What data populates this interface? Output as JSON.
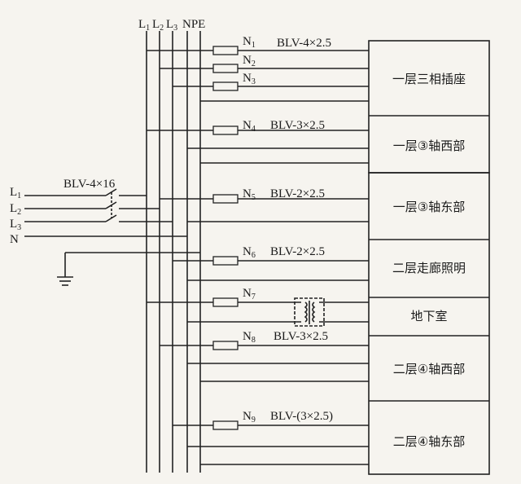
{
  "bus_labels": {
    "l1": "L",
    "l1_sub": "1",
    "l2": "L",
    "l2_sub": "2",
    "l3": "L",
    "l3_sub": "3",
    "npe": "NPE"
  },
  "incoming": {
    "cable": "BLV-4×16",
    "l1": "L",
    "l1_sub": "1",
    "l2": "L",
    "l2_sub": "2",
    "l3": "L",
    "l3_sub": "3",
    "n": "N"
  },
  "circuits": [
    {
      "id": "N",
      "sub": "1",
      "cable": "BLV-4×2.5"
    },
    {
      "id": "N",
      "sub": "2",
      "cable": ""
    },
    {
      "id": "N",
      "sub": "3",
      "cable": ""
    },
    {
      "id": "N",
      "sub": "4",
      "cable": "BLV-3×2.5"
    },
    {
      "id": "N",
      "sub": "5",
      "cable": "BLV-2×2.5"
    },
    {
      "id": "N",
      "sub": "6",
      "cable": "BLV-2×2.5"
    },
    {
      "id": "N",
      "sub": "7",
      "cable": ""
    },
    {
      "id": "N",
      "sub": "8",
      "cable": "BLV-3×2.5"
    },
    {
      "id": "N",
      "sub": "9",
      "cable": "BLV-(3×2.5)"
    }
  ],
  "loads": [
    "一层三相插座",
    "一层③轴西部",
    "一层③轴东部",
    "二层走廊照明",
    "地下室",
    "二层④轴西部",
    "二层④轴东部"
  ]
}
